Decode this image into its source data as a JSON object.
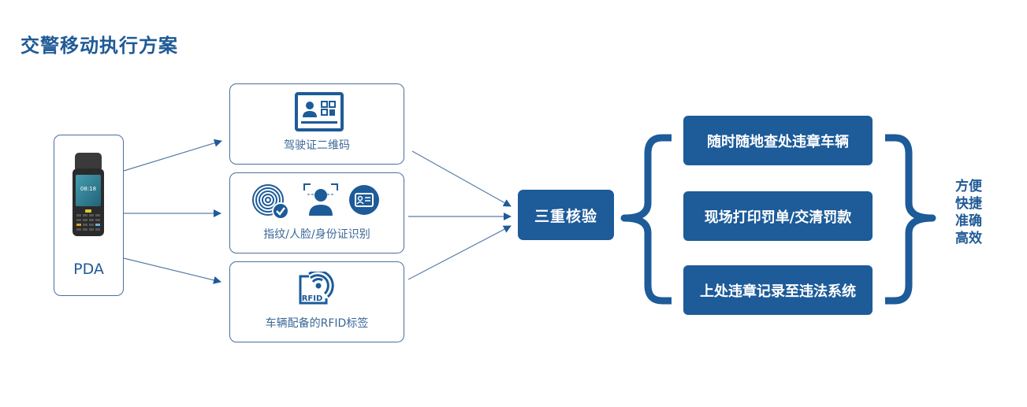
{
  "title": "交警移动执行方案",
  "device": {
    "label": "PDA",
    "screen_time": "08:18"
  },
  "sources": [
    {
      "label": "驾驶证二维码",
      "icons": [
        "license-qr-card-icon"
      ]
    },
    {
      "label": "指纹/人脸/身份证识别",
      "icons": [
        "fingerprint-check-icon",
        "face-scan-icon",
        "id-card-icon"
      ]
    },
    {
      "label": "车辆配备的RFID标签",
      "icons": [
        "rfid-tag-icon"
      ],
      "icon_text": "RFID"
    }
  ],
  "verification": {
    "label": "三重核验"
  },
  "results": [
    {
      "label": "随时随地查处违章车辆"
    },
    {
      "label": "现场打印罚单/交清罚款"
    },
    {
      "label": "上处违章记录至违法系统"
    }
  ],
  "benefits": [
    "方便",
    "快捷",
    "准确",
    "高效"
  ],
  "colors": {
    "primary": "#1d5b99",
    "title": "#1f5a96",
    "border": "#4a6f9c",
    "arrow": "#1d5b99"
  }
}
